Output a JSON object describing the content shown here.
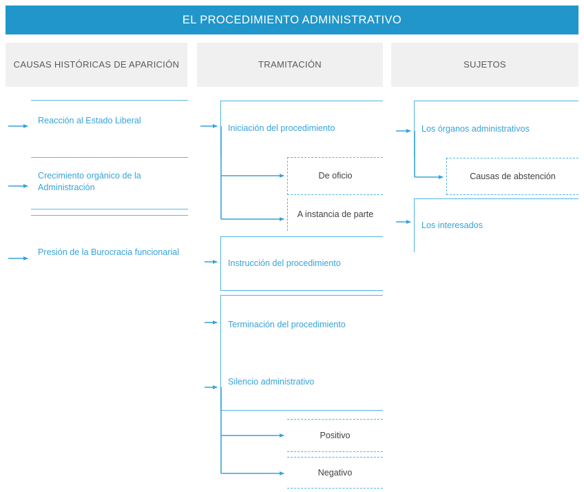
{
  "title": "EL PROCEDIMIENTO ADMINISTRATIVO",
  "theme": {
    "header_blue": "#2196ca",
    "line_blue": "#4db4e0",
    "text_blue": "#35a3d9",
    "header_box_grey": "#f0f0f0",
    "sub_text_grey": "#3f3f3f"
  },
  "columns": [
    {
      "id": "causas",
      "header": "CAUSAS HISTÓRICAS DE APARICIÓN",
      "items": [
        {
          "label": "Reacción al Estado Liberal",
          "level": "main"
        },
        {
          "label": "Crecimiento orgánico de la Administración",
          "level": "main"
        },
        {
          "label": "Presión de la Burocracia funcionarial",
          "level": "main"
        }
      ]
    },
    {
      "id": "tramitacion",
      "header": "TRAMITACIÓN",
      "items": [
        {
          "label": "Iniciación del procedimiento",
          "level": "main"
        },
        {
          "label": "De oficio",
          "level": "sub"
        },
        {
          "label": "A instancia de parte",
          "level": "sub"
        },
        {
          "label": "Instrucción del procedimiento",
          "level": "main"
        },
        {
          "label": "Terminación del procedimiento",
          "level": "main"
        },
        {
          "label": "Silencio administrativo",
          "level": "main"
        },
        {
          "label": "Positivo",
          "level": "sub"
        },
        {
          "label": "Negativo",
          "level": "sub"
        }
      ]
    },
    {
      "id": "sujetos",
      "header": "SUJETOS",
      "items": [
        {
          "label": "Los órganos administrativos",
          "level": "main"
        },
        {
          "label": "Causas de abstención",
          "level": "sub"
        },
        {
          "label": "Los interesados",
          "level": "main"
        }
      ]
    }
  ]
}
